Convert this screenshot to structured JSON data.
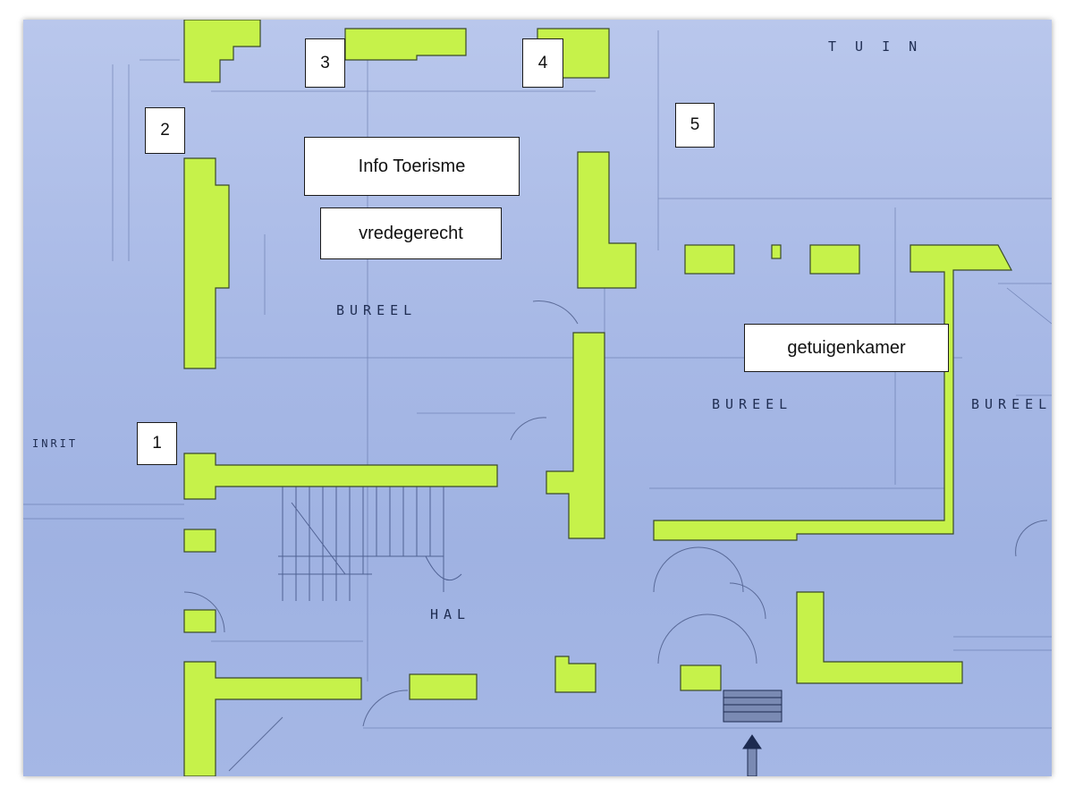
{
  "number_labels": [
    "1",
    "2",
    "3",
    "4",
    "5"
  ],
  "room_labels": {
    "info": "Info Toerisme",
    "court": "vredegerecht",
    "witness": "getuigenkamer"
  },
  "plan_text": {
    "tuin": "T U I N",
    "bureel_1": "BUREEL",
    "bureel_2": "BUREEL",
    "bureel_3": "BUREEL",
    "hal": "HAL",
    "inrit": "INRIT"
  },
  "colors": {
    "paper": "#a8b9e6",
    "wall_highlight": "#c6f24a",
    "ink": "#1f2d52",
    "label_bg": "#ffffff"
  }
}
